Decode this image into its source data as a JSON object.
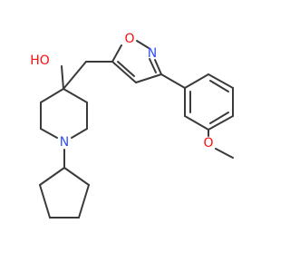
{
  "molecule": {
    "atoms": {
      "hydroxyl": "HO",
      "isoxazole_oxygen": "O",
      "isoxazole_nitrogen": "N",
      "piperidine_nitrogen": "N",
      "methoxy_oxygen": "O"
    },
    "colors": {
      "bond": "#3a3a3a",
      "oxygen": "#ff0d0d",
      "nitrogen": "#3050f8"
    }
  }
}
